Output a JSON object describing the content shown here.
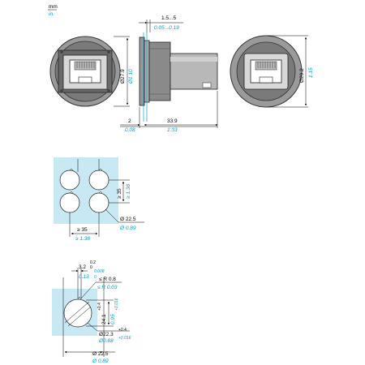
{
  "units": {
    "mm": "mm",
    "in": "in."
  },
  "top_views": {
    "gap_mm": "1.5...5",
    "gap_in": "0.05...0.19",
    "dia_left_mm": "Ø27.9",
    "dia_left_in": "Ø1.10",
    "dia_right_mm": "Ø29.2",
    "dia_right_in": "1.15",
    "flange_mm": "2",
    "flange_in": "0.08",
    "depth_mm": "33.9",
    "depth_in": "1.33"
  },
  "grid_layout": {
    "pitch_v_mm": "≥ 35",
    "pitch_v_in": "≥ 1.38",
    "pitch_h_mm": "≥ 35",
    "pitch_h_in": "≥ 1.38",
    "hole_mm": "Ø 22.5",
    "hole_in": "Ø 0.89"
  },
  "cutout": {
    "key_mm": "3.2",
    "key_mm_tol_top": "0.2",
    "key_mm_tol_bot": "0",
    "key_in": "0.13",
    "key_in_tol_top": "0.008",
    "key_in_tol_bot": "0",
    "radius_mm": "≤ R 0.8",
    "radius_in": "≤ R 0.03",
    "flat_mm": "24.1",
    "flat_mm_tol": "+0.4",
    "flat_in": "0.95",
    "flat_in_tol": "+0.016",
    "dia_mm": "Ø22.3",
    "dia_mm_tol": "+0.4",
    "dia_in": "Ø0.88",
    "dia_in_tol": "+0.016",
    "outer_mm": "Ø 22.5",
    "outer_in": "Ø 0.89"
  },
  "colors": {
    "accent": "#00a0c8",
    "panel": "#c8e8f4",
    "body": "#8a8a8a",
    "dark": "#555555"
  }
}
